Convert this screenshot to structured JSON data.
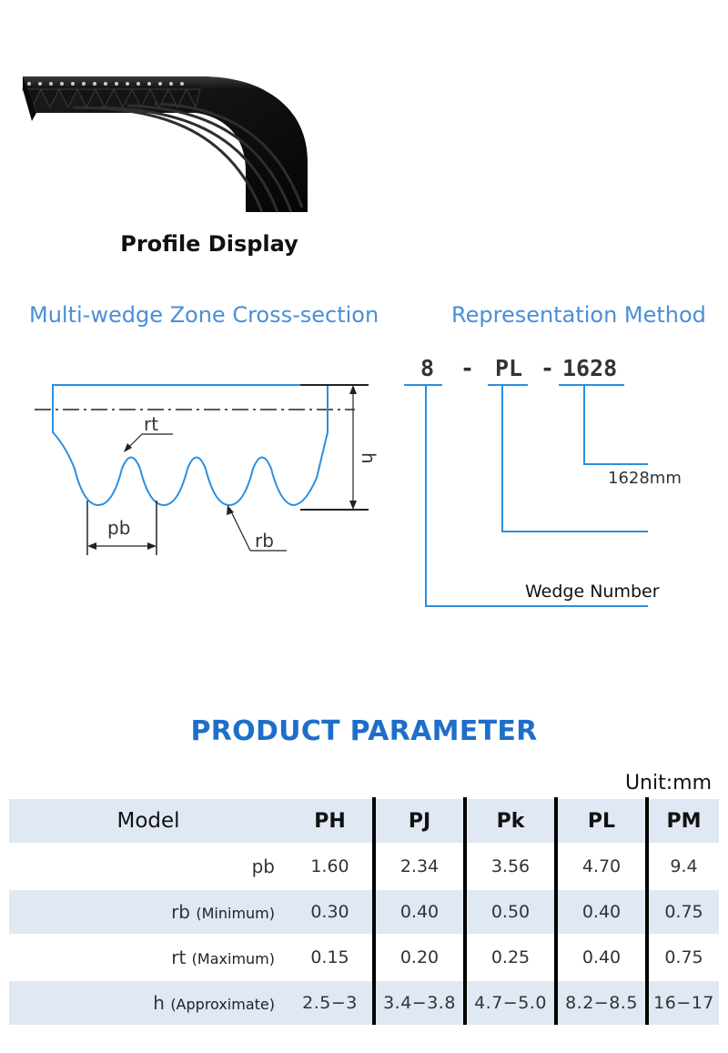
{
  "profile": {
    "caption": "Profile Display"
  },
  "cross_section": {
    "heading": "Multi-wedge Zone Cross-section",
    "labels": {
      "rt": "rt",
      "rb": "rb",
      "pb": "pb",
      "h": "h"
    }
  },
  "representation": {
    "heading": "Representation Method",
    "code_parts": [
      "8",
      "-",
      "PL",
      "-",
      "1628"
    ],
    "length_note": "1628mm",
    "wedge_note": "Wedge Number"
  },
  "parameters": {
    "title": "PRODUCT PARAMETER",
    "unit": "Unit:mm",
    "header": [
      "Model",
      "PH",
      "PJ",
      "Pk",
      "PL",
      "PM"
    ],
    "rows": [
      {
        "label": "pb",
        "note": "",
        "values": [
          "1.60",
          "2.34",
          "3.56",
          "4.70",
          "9.4"
        ]
      },
      {
        "label": "rb",
        "note": "(Minimum)",
        "values": [
          "0.30",
          "0.40",
          "0.50",
          "0.40",
          "0.75"
        ]
      },
      {
        "label": "rt",
        "note": "(Maximum)",
        "values": [
          "0.15",
          "0.20",
          "0.25",
          "0.40",
          "0.75"
        ]
      },
      {
        "label": "h",
        "note": "(Approximate)",
        "values": [
          "2.5−3",
          "3.4−3.8",
          "4.7−5.0",
          "8.2−8.5",
          "16−17"
        ]
      }
    ]
  },
  "colors": {
    "heading_blue": "#4a8fd6",
    "title_blue": "#1f6ec9",
    "diagram_blue": "#2a8fe0",
    "table_band": "#dfe8f3"
  }
}
